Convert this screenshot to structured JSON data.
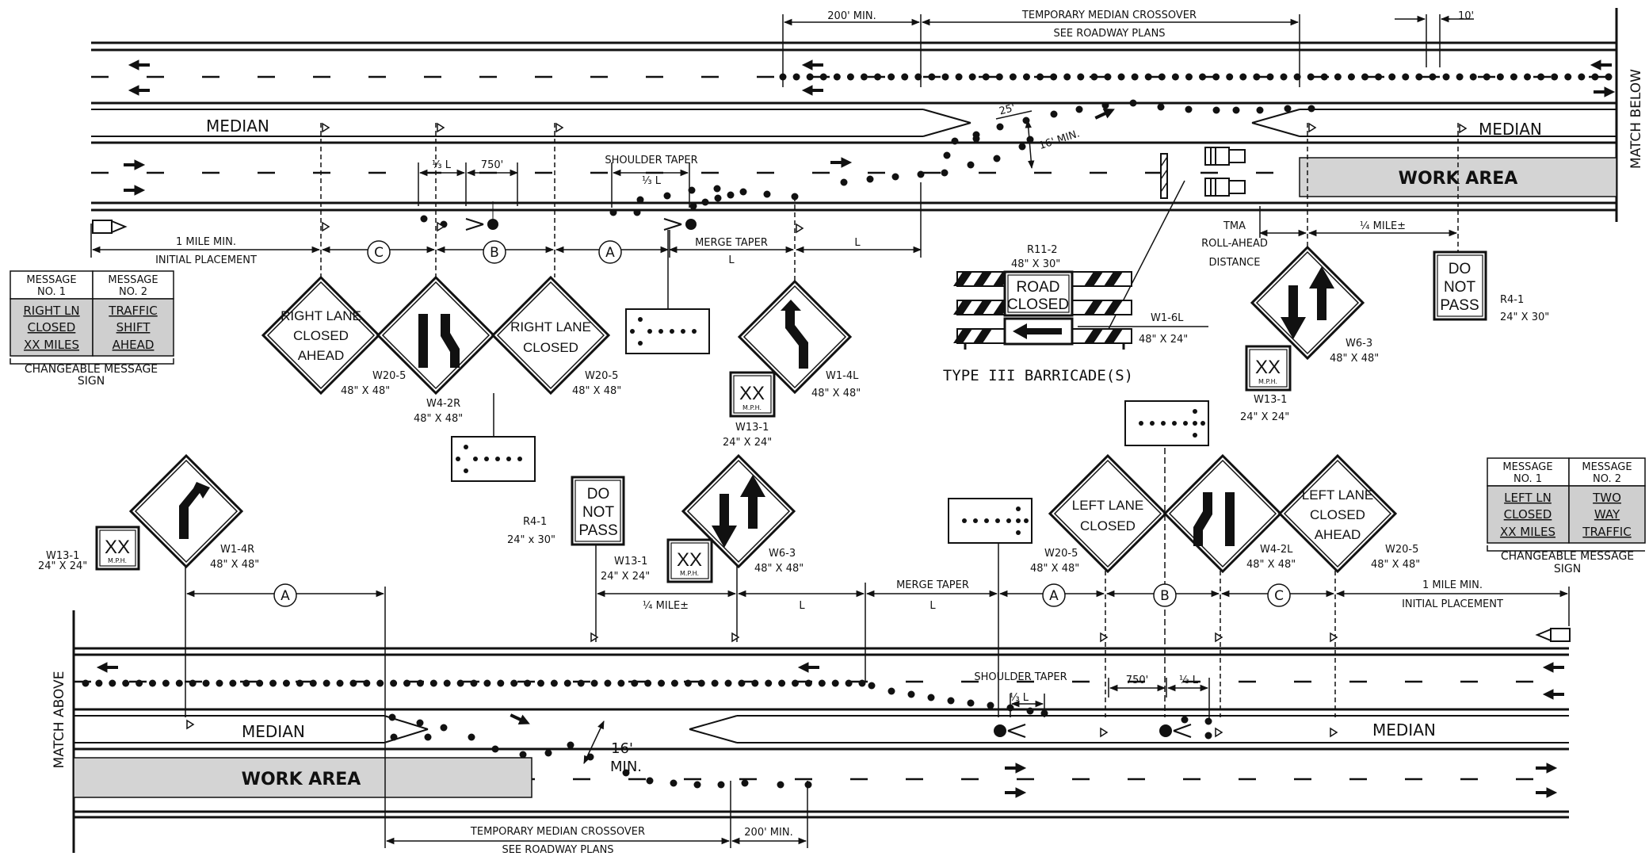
{
  "labels": {
    "match_below": "MATCH BELOW",
    "match_above": "MATCH ABOVE",
    "median": "MEDIAN",
    "work_area": "WORK AREA",
    "temp_crossover": "TEMPORARY MEDIAN CROSSOVER",
    "see_plans": "SEE ROADWAY PLANS",
    "min_200": "200' MIN.",
    "dim_10": "10'",
    "dim_25": "25'",
    "min_16": "16' MIN.",
    "min_16_line1": "16'",
    "min_16_line2": "MIN.",
    "one_mile": "1 MILE MIN.",
    "initial_placement": "INITIAL PLACEMENT",
    "initial_placement_bottom": "INITIAL PLACEMENT",
    "one_third_l": "⅓ L",
    "dim_750": "750'",
    "shoulder_taper": "SHOULDER TAPER",
    "merge_taper": "MERGE TAPER",
    "L": "L",
    "quarter_mile": "¼ MILE±",
    "tma": "TMA",
    "rollahead": "ROLL-AHEAD",
    "distance": "DISTANCE",
    "barricade_title": "TYPE III BARRICADE(S)",
    "circ_a": "A",
    "circ_b": "B",
    "circ_c": "C"
  },
  "signs": {
    "w20_5_r1": [
      "RIGHT LANE",
      "CLOSED",
      "AHEAD"
    ],
    "w20_5_r2": [
      "RIGHT LANE",
      "CLOSED"
    ],
    "w20_5_l1": [
      "LEFT LANE",
      "CLOSED"
    ],
    "w20_5_l2": [
      "LEFT LANE",
      "CLOSED",
      "AHEAD"
    ],
    "do_not_pass": [
      "DO",
      "NOT",
      "PASS"
    ],
    "road_closed": [
      "ROAD",
      "CLOSED"
    ],
    "xx": "XX",
    "mph": "M.P.H.",
    "codes": {
      "w20_5": "W20-5",
      "w4_2r": "W4-2R",
      "w4_2l": "W4-2L",
      "w1_4l": "W1-4L",
      "w1_4r": "W1-4R",
      "w13_1": "W13-1",
      "w6_3": "W6-3",
      "r4_1": "R4-1",
      "r11_2": "R11-2",
      "w1_6l": "W1-6L"
    },
    "sizes": {
      "s48": "48\" X 48\"",
      "s24": "24\" X 24\"",
      "s24x30": "24\" X 30\"",
      "s24x30_lower": "24\" x 30\"",
      "s48x30": "48\" X 30\"",
      "s48x24": "48\" X 24\""
    }
  },
  "cms_top": {
    "header1": [
      "MESSAGE",
      "NO. 1"
    ],
    "header2": [
      "MESSAGE",
      "NO. 2"
    ],
    "msg1": [
      "RIGHT LN",
      "CLOSED",
      "XX MILES"
    ],
    "msg2": [
      "TRAFFIC",
      "SHIFT",
      "AHEAD"
    ],
    "caption": [
      "CHANGEABLE MESSAGE",
      "SIGN"
    ]
  },
  "cms_bottom": {
    "header1": [
      "MESSAGE",
      "NO. 1"
    ],
    "header2": [
      "MESSAGE",
      "NO. 2"
    ],
    "msg1": [
      "LEFT LN",
      "CLOSED",
      "XX MILES"
    ],
    "msg2": [
      "TWO",
      "WAY",
      "TRAFFIC"
    ],
    "caption": [
      "CHANGEABLE MESSAGE",
      "SIGN"
    ]
  }
}
